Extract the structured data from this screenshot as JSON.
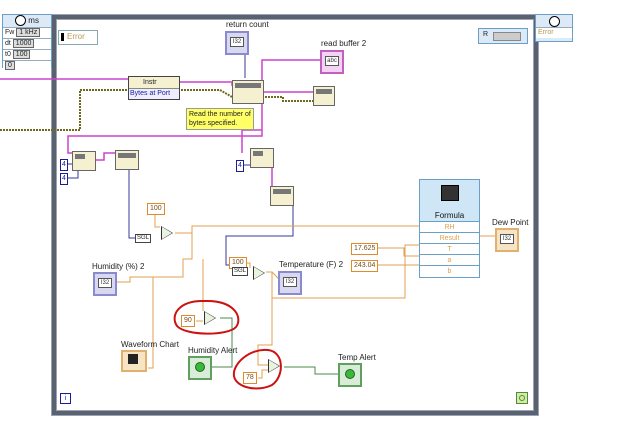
{
  "timing_block": {
    "header_unit": "ms",
    "rows": [
      {
        "label": "Fw",
        "value": "1 kHz"
      },
      {
        "label": "dt",
        "value": "1000"
      },
      {
        "label": "t0",
        "value": "100"
      },
      {
        "label": "",
        "value": "0"
      }
    ]
  },
  "left_error_terminal": {
    "label": "Error"
  },
  "right_error_terminal": {
    "label": "Error"
  },
  "right_shift_terminal": {
    "label": "R"
  },
  "return_count": {
    "label": "return count",
    "value": "I32"
  },
  "read_buffer": {
    "label": "read buffer 2",
    "value": "abc"
  },
  "property_node": {
    "class": "Instr",
    "property": "Bytes at Port"
  },
  "comment": {
    "text": "Read the number of bytes specified."
  },
  "constants": {
    "int_a": "4",
    "int_b": "4",
    "int_c": "4",
    "hundred_a": "100",
    "hundred_b": "100",
    "ninety": "90",
    "seventy_eight": "78",
    "c_17": "17.625",
    "c_243": "243.04"
  },
  "conversions": {
    "sgl_a": "SGL",
    "sgl_b": "SGL"
  },
  "humidity": {
    "label": "Humidity (%) 2",
    "value": "I32"
  },
  "temperature": {
    "label": "Temperature (F) 2",
    "value": "I32"
  },
  "dew_point": {
    "label": "Dew Point",
    "value": "I32"
  },
  "waveform_chart": {
    "label": "Waveform Chart"
  },
  "humidity_alert": {
    "label": "Humidity Alert"
  },
  "temp_alert": {
    "label": "Temp Alert"
  },
  "formula": {
    "title": "Formula",
    "rows": [
      "RH",
      "Result",
      "T",
      "a",
      "b"
    ]
  },
  "loop": {
    "iteration_label": "i",
    "stop_label": "stop"
  },
  "colors": {
    "loop_border": "#5a6270",
    "wire_pink": "#cc44cc",
    "wire_orange": "#e0a050",
    "wire_blue": "#3a3a9a",
    "wire_error": "#6e6b1e",
    "annotation_red": "#cc1111"
  }
}
